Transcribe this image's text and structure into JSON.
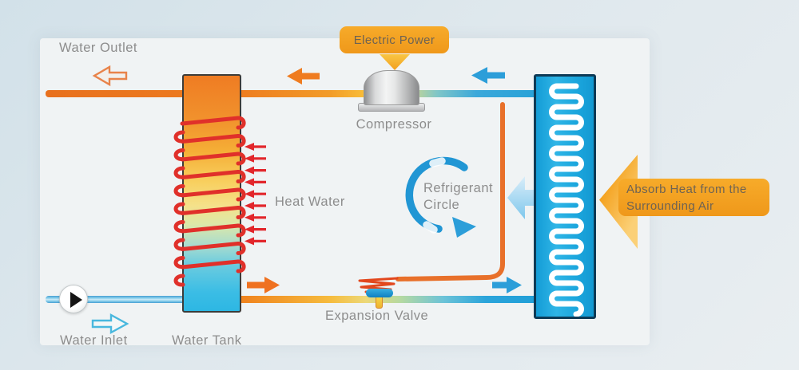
{
  "diagram": {
    "type": "heat-pump-water-heater-schematic",
    "labels": {
      "water_outlet": "Water Outlet",
      "compressor": "Compressor",
      "heat_water": "Heat Water",
      "refrigerant_1": "Refrigerant",
      "refrigerant_2": "Circle",
      "expansion_valve": "Expansion Valve",
      "water_inlet": "Water Inlet",
      "water_tank": "Water Tank"
    },
    "badges": {
      "electric_power": "Electric Power",
      "absorb_heat_1": "Absorb Heat from the",
      "absorb_heat_2": "Surrounding Air"
    },
    "colors": {
      "hot_pipe": "#ee7d20",
      "cold_pipe": "#28a2d8",
      "coil_red": "#e0302a",
      "badge_orange": "#f3a21f",
      "label_gray": "#8d8d8d",
      "evaporator_blue": "#1ba6dd",
      "tank_top": "#ef7c23",
      "tank_bottom": "#2db7e3",
      "panel": "#f0f3f4",
      "background": "#dfe8ed"
    }
  }
}
